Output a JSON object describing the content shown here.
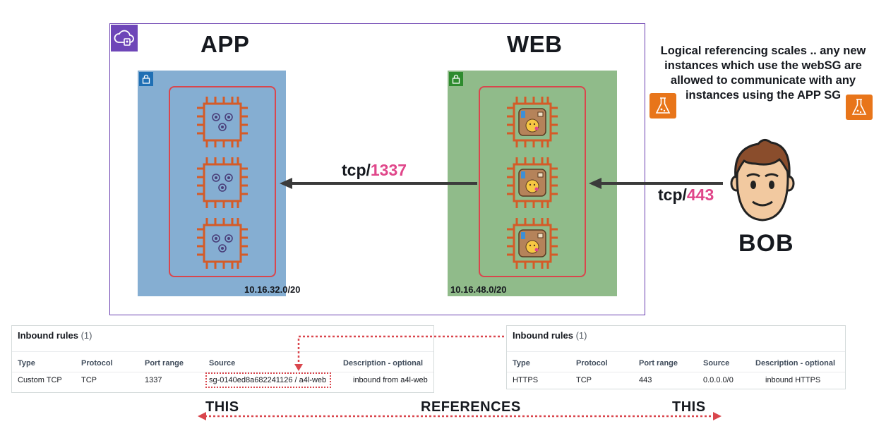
{
  "vpc": {
    "app_title": "APP",
    "web_title": "WEB",
    "app_cidr": "10.16.32.0/20",
    "web_cidr": "10.16.48.0/20",
    "icons": [
      "vpc-cloud-icon",
      "private-subnet-lock-icon",
      "public-subnet-lock-icon",
      "ec2-instance-icon"
    ]
  },
  "flows": {
    "app_flow_protocol": "tcp/",
    "app_flow_port": "1337",
    "bob_flow_protocol": "tcp/",
    "bob_flow_port": "443"
  },
  "bob": {
    "label": "BOB"
  },
  "note": {
    "text": "Logical referencing scales .. any new instances which use the webSG are allowed to communicate with any instances using the APP SG"
  },
  "app_rules": {
    "title": "Inbound rules",
    "count": "(1)",
    "headers": [
      "Type",
      "Protocol",
      "Port range",
      "Source",
      "Description - optional"
    ],
    "row": [
      "Custom TCP",
      "TCP",
      "1337",
      "sg-0140ed8a682241126 / a4l-web",
      "inbound from a4l-web"
    ]
  },
  "web_rules": {
    "title": "Inbound rules",
    "count": "(1)",
    "headers": [
      "Type",
      "Protocol",
      "Port range",
      "Source",
      "Description - optional"
    ],
    "row": [
      "HTTPS",
      "TCP",
      "443",
      "0.0.0.0/0",
      "inbound HTTPS"
    ]
  },
  "footer": {
    "left": "THIS",
    "middle": "REFERENCES",
    "right": "THIS"
  },
  "colors": {
    "accent_port": "#e0468a",
    "vpc_border": "#6a3fb0",
    "sg_border": "#d9464d",
    "app_subnet": "#85aed2",
    "web_subnet": "#90bb8a",
    "ec2": "#d45b28"
  }
}
